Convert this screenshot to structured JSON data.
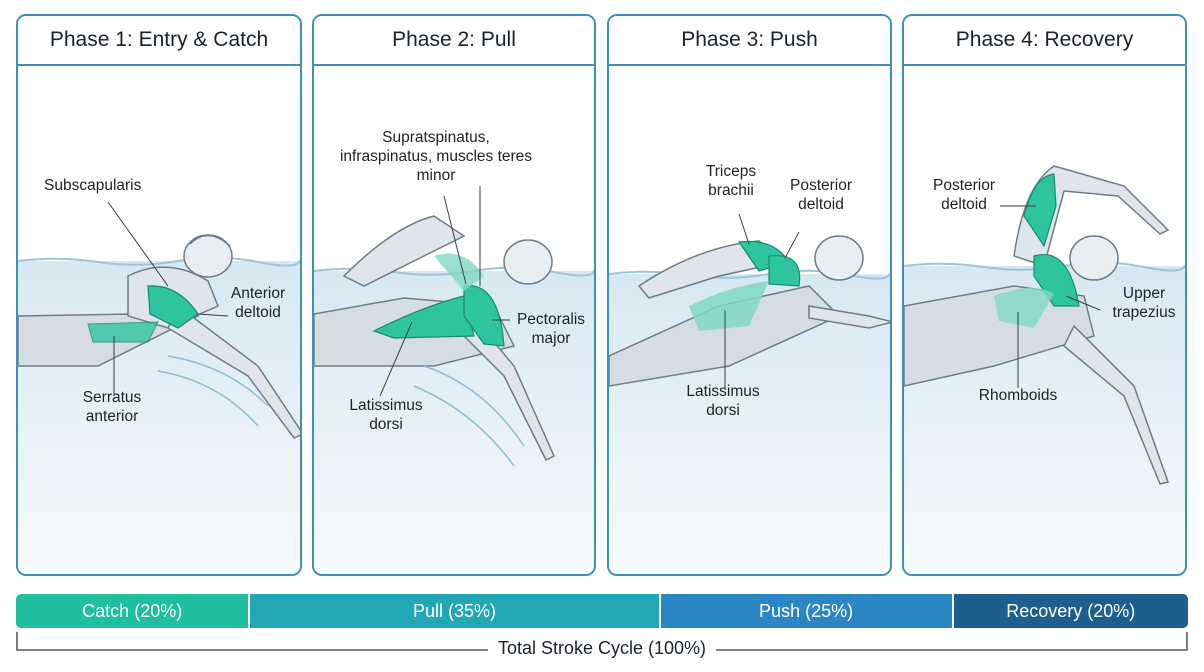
{
  "panels": [
    {
      "title": "Phase 1: Entry & Catch",
      "labels": [
        "Subscapularis",
        "Anterior deltoid",
        "Serratus anterior"
      ]
    },
    {
      "title": "Phase 2: Pull",
      "labels": [
        "Supratspinatus, infraspinatus, muscles teres minor",
        "Pectoralis major",
        "Latissimus dorsi"
      ]
    },
    {
      "title": "Phase 3: Push",
      "labels": [
        "Triceps brachii",
        "Posterior deltoid",
        "Latissimus dorsi"
      ]
    },
    {
      "title": "Phase 4: Recovery",
      "labels": [
        "Posterior deltoid",
        "Upper trapezius",
        "Rhomboids"
      ]
    }
  ],
  "cycle": [
    {
      "label": "Catch (20%)",
      "percent": 20,
      "color": "#1fbf9f"
    },
    {
      "label": "Pull (35%)",
      "percent": 35,
      "color": "#22a7b4"
    },
    {
      "label": "Push (25%)",
      "percent": 25,
      "color": "#2c86c4"
    },
    {
      "label": "Recovery (20%)",
      "percent": 20,
      "color": "#1e5f8f"
    }
  ],
  "total_label": "Total Stroke Cycle (100%)",
  "colors": {
    "border": "#3f8fb8",
    "muscle": "#2ec4a0",
    "water": "#dbeaf3"
  }
}
